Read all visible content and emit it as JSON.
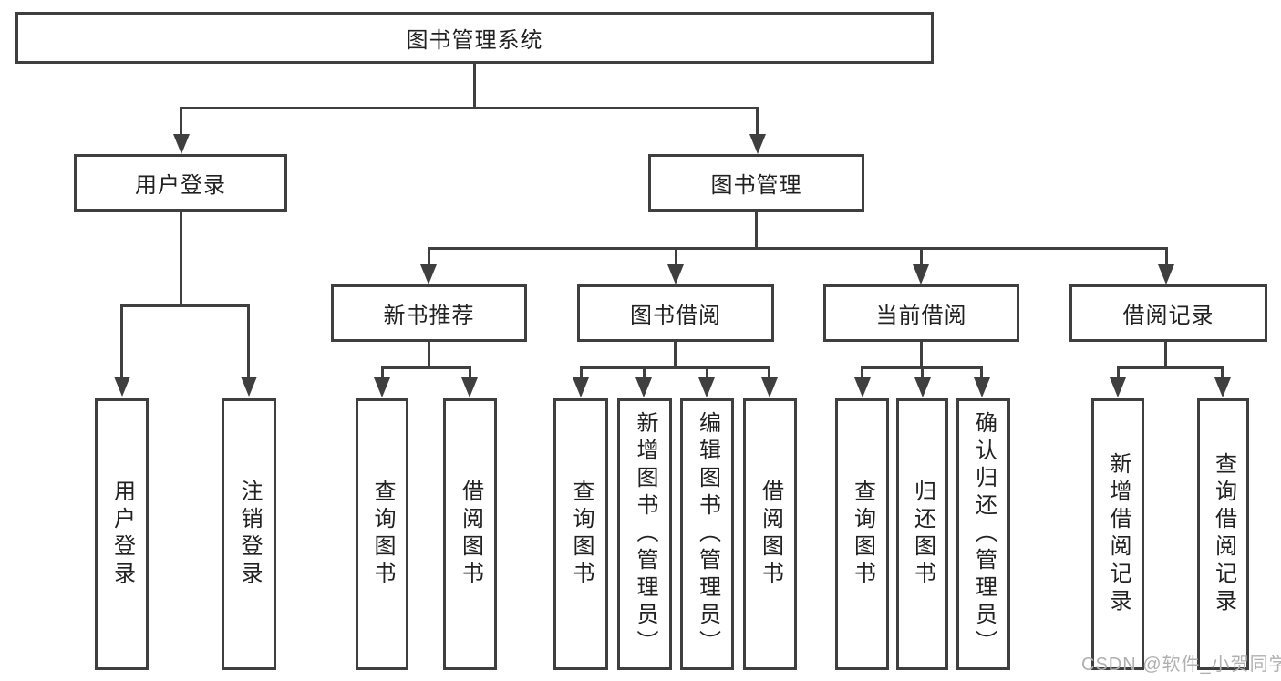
{
  "diagram": {
    "title": "图书管理系统",
    "watermark": "CSDN @软件_小贺同学",
    "colors": {
      "line": "#3f3f3f",
      "text": "#212121",
      "watermark": "#b0b0b0",
      "background": "#ffffff"
    },
    "branches": {
      "user_login": {
        "label": "用户登录",
        "children": [
          {
            "label": "用户登录"
          },
          {
            "label": "注销登录"
          }
        ]
      },
      "book_management": {
        "label": "图书管理",
        "children": [
          {
            "label": "新书推荐",
            "children": [
              {
                "label": "查询图书"
              },
              {
                "label": "借阅图书"
              }
            ]
          },
          {
            "label": "图书借阅",
            "children": [
              {
                "label": "查询图书"
              },
              {
                "label": "新增图书（管理员）"
              },
              {
                "label": "编辑图书（管理员）"
              },
              {
                "label": "借阅图书"
              }
            ]
          },
          {
            "label": "当前借阅",
            "children": [
              {
                "label": "查询图书"
              },
              {
                "label": "归还图书"
              },
              {
                "label": "确认归还（管理员）"
              }
            ]
          },
          {
            "label": "借阅记录",
            "children": [
              {
                "label": "新增借阅记录"
              },
              {
                "label": "查询借阅记录"
              }
            ]
          }
        ]
      }
    }
  }
}
